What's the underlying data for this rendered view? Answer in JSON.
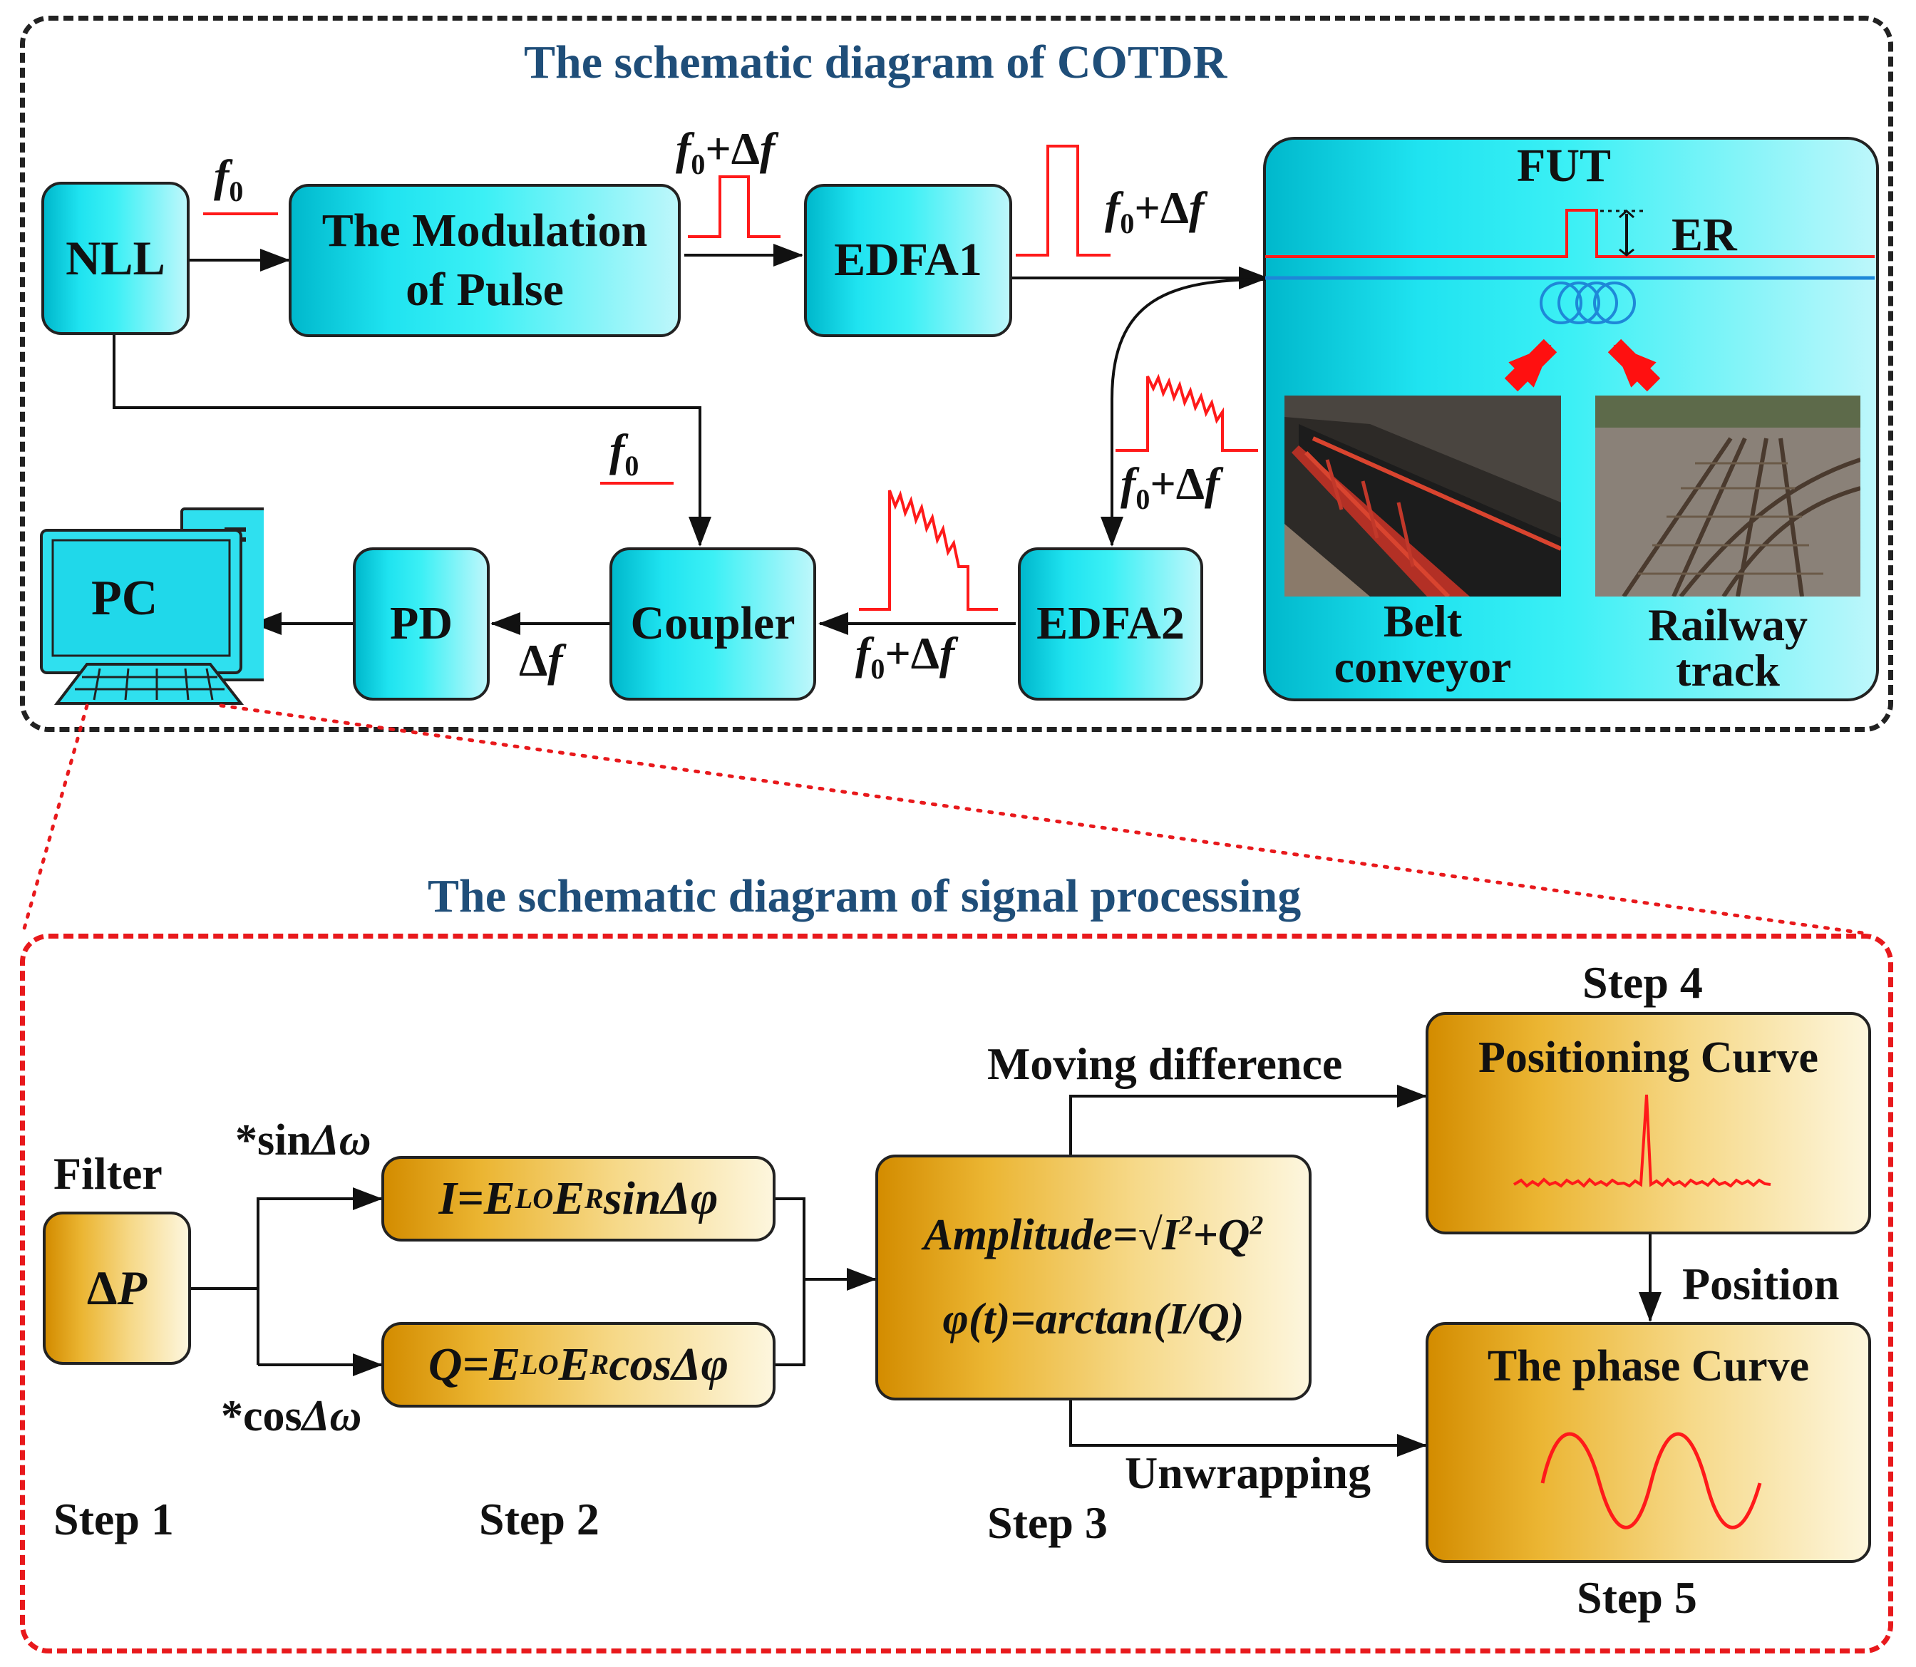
{
  "top_section": {
    "title": "The schematic diagram of COTDR",
    "nll": "NLL",
    "modulation_line1": "The Modulation",
    "modulation_line2": "of Pulse",
    "edfa1": "EDFA1",
    "edfa2": "EDFA2",
    "coupler": "Coupler",
    "pd": "PD",
    "pc": "PC",
    "fut": "FUT",
    "er": "ER",
    "belt_line1": "Belt",
    "belt_line2": "conveyor",
    "rail_line1": "Railway",
    "rail_line2": "track",
    "f0_var": "f",
    "f0_sub": "0",
    "plus": "+",
    "delta": "Δ",
    "f_var": "f"
  },
  "bottom_section": {
    "title": "The schematic diagram of signal processing",
    "filter": "Filter",
    "delta_p_delta": "Δ",
    "delta_p_var": "P",
    "sin_prefix": "*sin",
    "cos_prefix": "*cos",
    "delta_omega": "Δω",
    "i_eq": "I=E",
    "q_eq": "Q=E",
    "sub_lo": "LO",
    "e_r": "E",
    "sub_r": "R",
    "sin_delta_phi": "sinΔφ",
    "cos_delta_phi": "cosΔφ",
    "amplitude_eq": "Amplitude=√I",
    "sup_2": "2",
    "plus_q": "+Q",
    "phase_eq": "φ(t)=arctan(I/Q)",
    "moving_difference": "Moving difference",
    "unwrapping": "Unwrapping",
    "positioning_curve": "Positioning Curve",
    "phase_curve": "The phase Curve",
    "position": "Position",
    "step1": "Step 1",
    "step2": "Step 2",
    "step3": "Step 3",
    "step4": "Step 4",
    "step5": "Step 5"
  },
  "colors": {
    "title_blue": "#1f4e79",
    "signal_red": "#ff1a1a",
    "fiber_blue": "#1e88d8",
    "frame_black": "#222222",
    "frame_red": "#e8191c"
  },
  "icons": [
    "arrow-icon",
    "pulse-icon",
    "fiber-coil-icon",
    "computer-icon"
  ]
}
